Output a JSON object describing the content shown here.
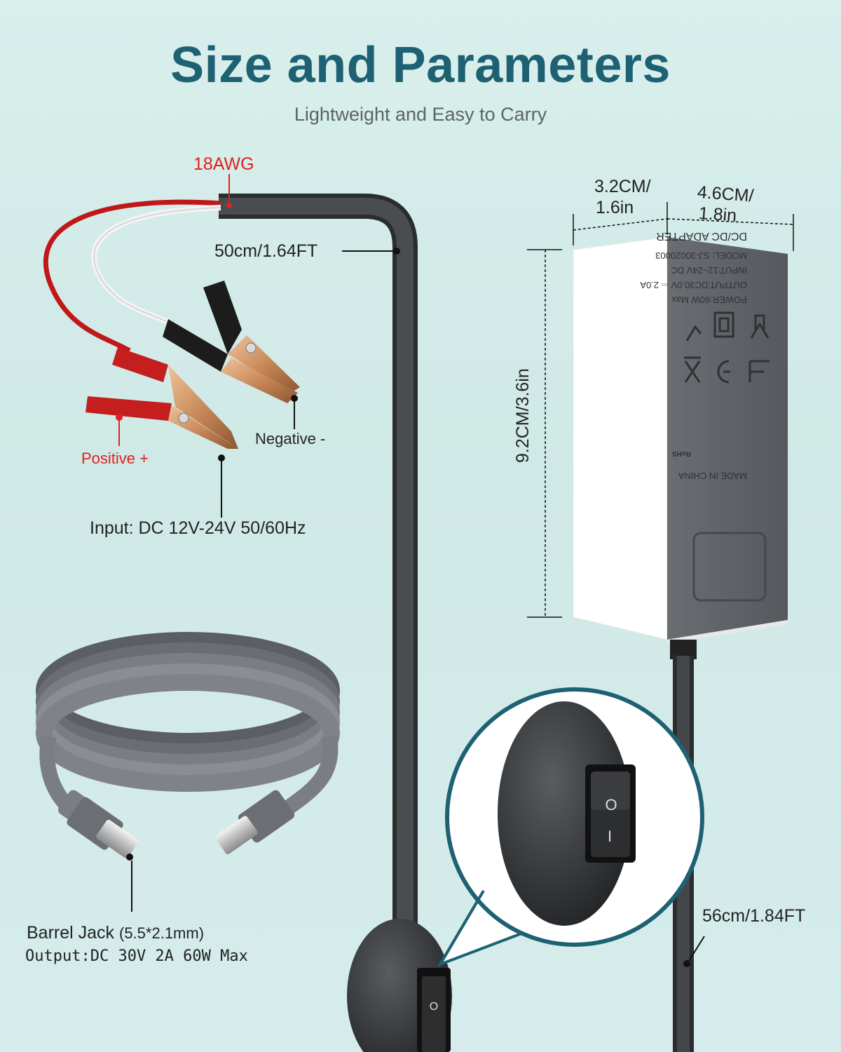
{
  "header": {
    "title": "Size and Parameters",
    "subtitle": "Lightweight and Easy to Carry"
  },
  "labels": {
    "wire_gauge": "18AWG",
    "cable_length_input": "50cm/1.64FT",
    "negative": "Negative -",
    "positive": "Positive +",
    "input_spec": "Input: DC 12V-24V 50/60Hz",
    "barrel_jack": "Barrel Jack",
    "barrel_size": "(5.5*2.1mm)",
    "output_spec": "Output:DC 30V 2A 60W Max",
    "cable_length_output": "56cm/1.84FT"
  },
  "dimensions": {
    "width_cm": "3.2CM/",
    "width_in": "1.6in",
    "depth_cm": "4.6CM/",
    "depth_in": "1.8in",
    "height": "9.2CM/3.6in"
  },
  "adapter_label": {
    "made_in": "MADE IN CHINA",
    "rohs": "RoHS",
    "power": "POWER:60W Max",
    "output": "OUTPUT:DC30.0V ⎓ 2.0A",
    "input": "INPUT:12~24V DC",
    "model": "MODEL: SJ-30020003",
    "name": "DC/DC ADAPTER"
  },
  "switch_marks": {
    "off": "O",
    "on": "I"
  },
  "colors": {
    "title": "#1d6173",
    "callout_red": "#e02020",
    "cable": "#3c3f42",
    "adapter_face": "#5e6266",
    "clamp_copper": "#c98a5a"
  }
}
